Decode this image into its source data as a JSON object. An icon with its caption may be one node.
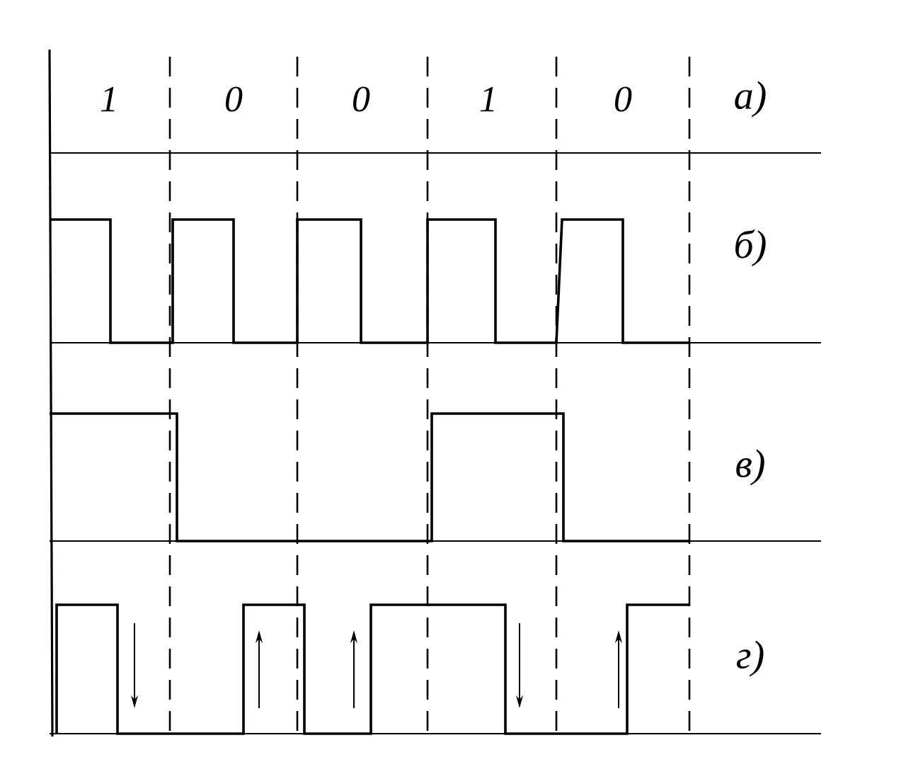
{
  "diagram": {
    "labels": [
      "1",
      "0",
      "0",
      "1",
      "0",
      "а)",
      "б)",
      "в)",
      "г)"
    ]
  }
}
